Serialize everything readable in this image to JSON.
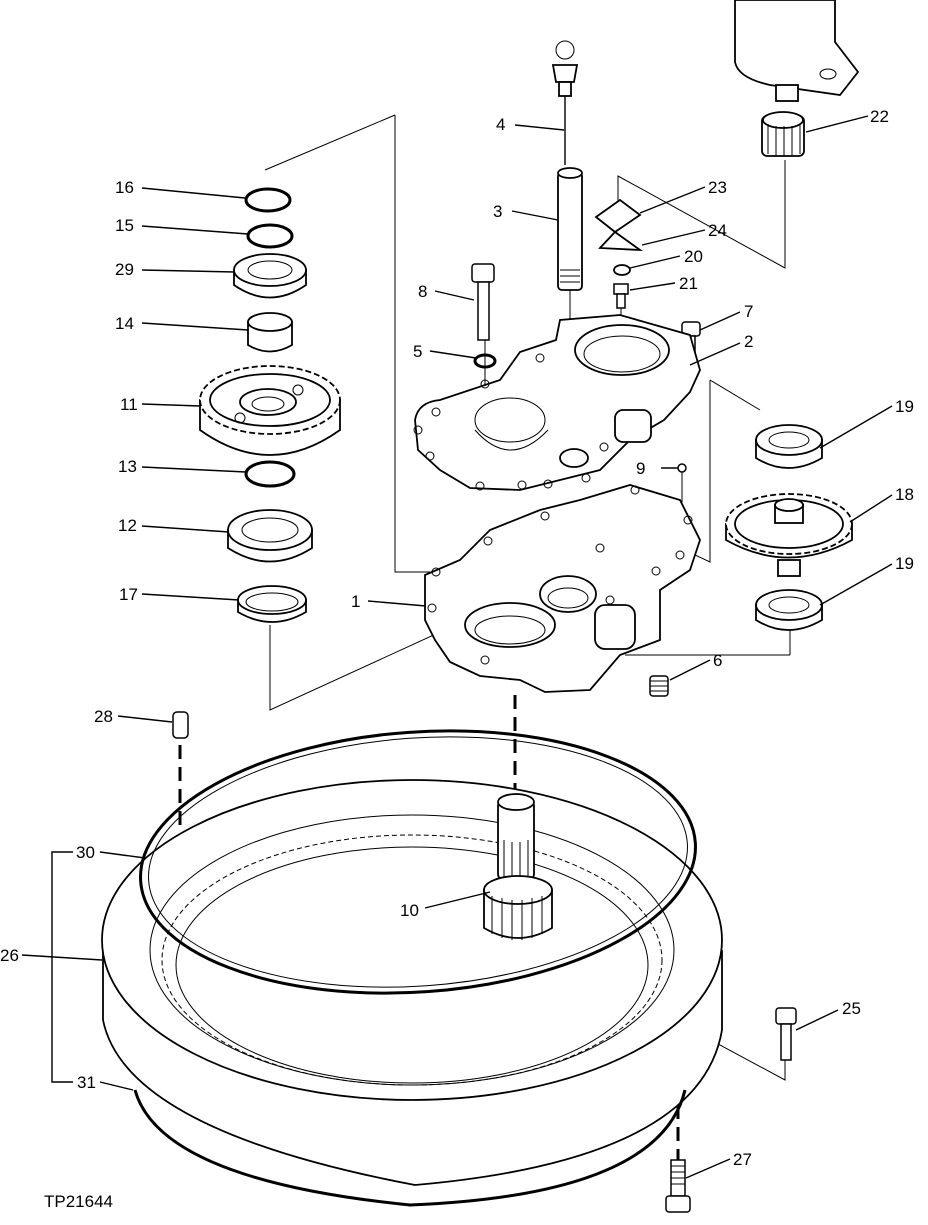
{
  "figure_id": "TP21644",
  "callouts": {
    "c1": "1",
    "c2": "2",
    "c3": "3",
    "c4": "4",
    "c5": "5",
    "c6": "6",
    "c7": "7",
    "c8": "8",
    "c9": "9",
    "c10": "10",
    "c11": "11",
    "c12": "12",
    "c13": "13",
    "c14": "14",
    "c15": "15",
    "c16": "16",
    "c17": "17",
    "c18": "18",
    "c19a": "19",
    "c19b": "19",
    "c20": "20",
    "c21": "21",
    "c22": "22",
    "c23": "23",
    "c24": "24",
    "c25": "25",
    "c26": "26",
    "c27": "27",
    "c28": "28",
    "c29": "29",
    "c30": "30",
    "c31": "31"
  }
}
